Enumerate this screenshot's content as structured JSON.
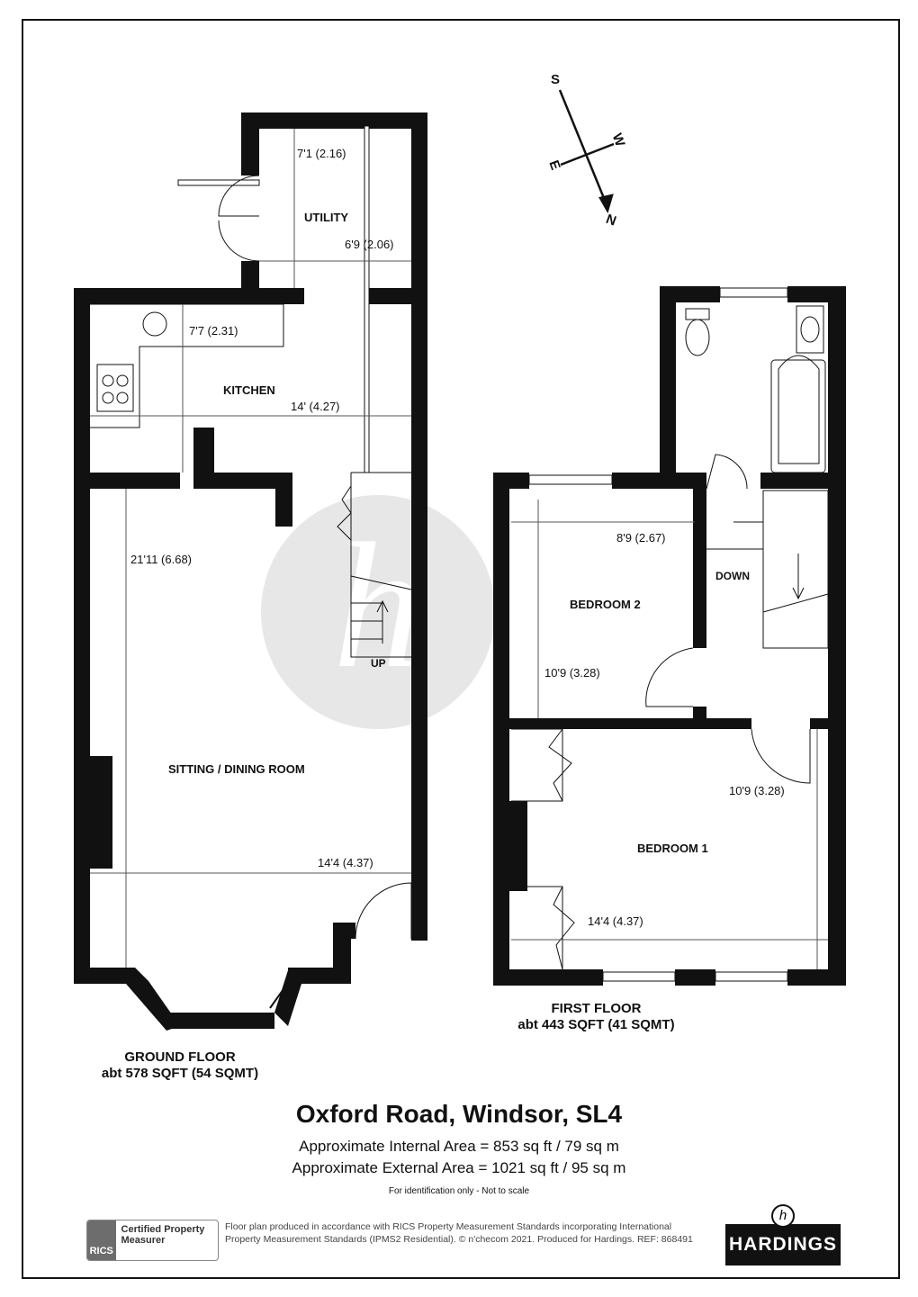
{
  "compass": {
    "n": "N",
    "s": "S",
    "e": "E",
    "w": "W"
  },
  "ground_floor": {
    "label": "GROUND FLOOR",
    "area": "abt 578 SQFT (54 SQMT)",
    "rooms": {
      "utility": {
        "name": "UTILITY",
        "dim_a": "7'1 (2.16)",
        "dim_b": "6'9 (2.06)"
      },
      "kitchen": {
        "name": "KITCHEN",
        "dim_a": "7'7 (2.31)",
        "dim_b": "14' (4.27)"
      },
      "sitting": {
        "name": "SITTING / DINING ROOM",
        "dim_a": "21'11 (6.68)",
        "dim_b": "14'4 (4.37)"
      }
    },
    "stairs_label": "UP"
  },
  "first_floor": {
    "label": "FIRST FLOOR",
    "area": "abt 443 SQFT (41 SQMT)",
    "rooms": {
      "bedroom2": {
        "name": "BEDROOM 2",
        "dim_a": "8'9 (2.67)",
        "dim_b": "10'9 (3.28)"
      },
      "bedroom1": {
        "name": "BEDROOM 1",
        "dim_a": "10'9 (3.28)",
        "dim_b": "14'4 (4.37)"
      }
    },
    "stairs_label": "DOWN"
  },
  "title": "Oxford Road, Windsor, SL4",
  "internal_area": "Approximate Internal Area = 853 sq ft / 79 sq m",
  "external_area": "Approximate External Area = 1021 sq ft / 95 sq m",
  "note": "For identification only - Not to scale",
  "footer": {
    "rics_logo": "RICS",
    "rics_badge": "Certified Property Measurer",
    "text": "Floor plan produced in accordance with RICS Property Measurement Standards incorporating International Property Measurement Standards (IPMS2 Residential).   © n'checom 2021. Produced for Hardings.   REF: 868491",
    "brand": "HARDINGS"
  }
}
